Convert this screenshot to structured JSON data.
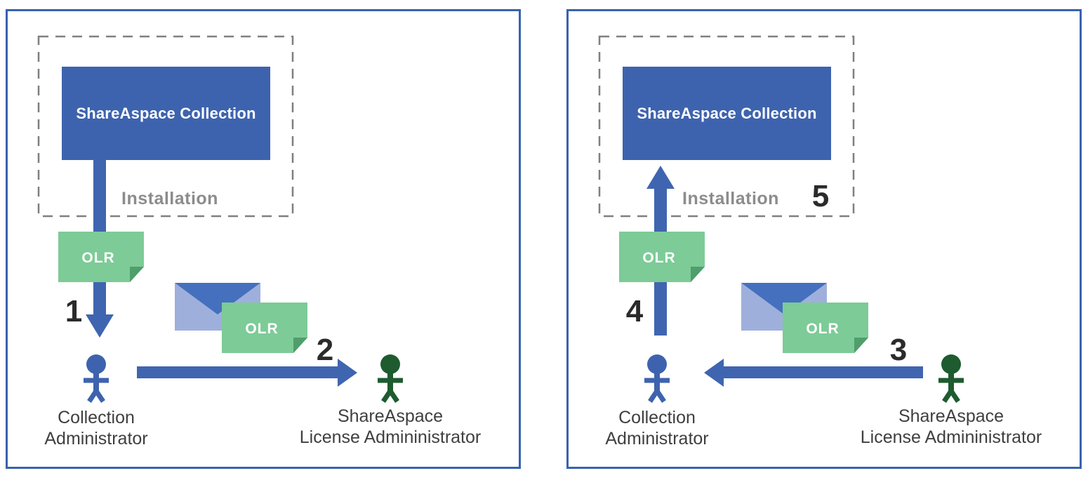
{
  "diagram": {
    "panels": [
      {
        "collection_box_label": "ShareAspace Collection",
        "installation_label": "Installation",
        "olr_installer_doc_label": "OLR",
        "olr_mail_doc_label": "OLR",
        "step_vertical_arrow": "1",
        "step_mail": "2",
        "collection_admin_label": "Collection\nAdministrator",
        "license_admin_label": "ShareAspace\nLicense Admininistrator"
      },
      {
        "collection_box_label": "ShareAspace Collection",
        "installation_label": "Installation",
        "olr_installer_doc_label": "OLR",
        "olr_mail_doc_label": "OLR",
        "step_vertical_arrow": "4",
        "step_mail": "3",
        "step_installation": "5",
        "collection_admin_label": "Collection\nAdministrator",
        "license_admin_label": "ShareAspace\nLicense Admininistrator"
      }
    ]
  },
  "colors": {
    "panel_border": "#3A62AE",
    "collection_box_blue": "#3E63AE",
    "arrow_blue": "#3F65B0",
    "envelope_body": "#9FAFDC",
    "envelope_flap": "#4470BE",
    "document_green": "#7DCB97",
    "document_fold_green": "#4F9E6C",
    "collection_admin_blue": "#3E63AE",
    "license_admin_green": "#1E5B2F",
    "installation_text_gray": "#8C8C8C",
    "step_number_color": "#2B2B2B",
    "label_text_color": "#3F3F3F",
    "dashed_border_gray": "#7F7F7F"
  }
}
